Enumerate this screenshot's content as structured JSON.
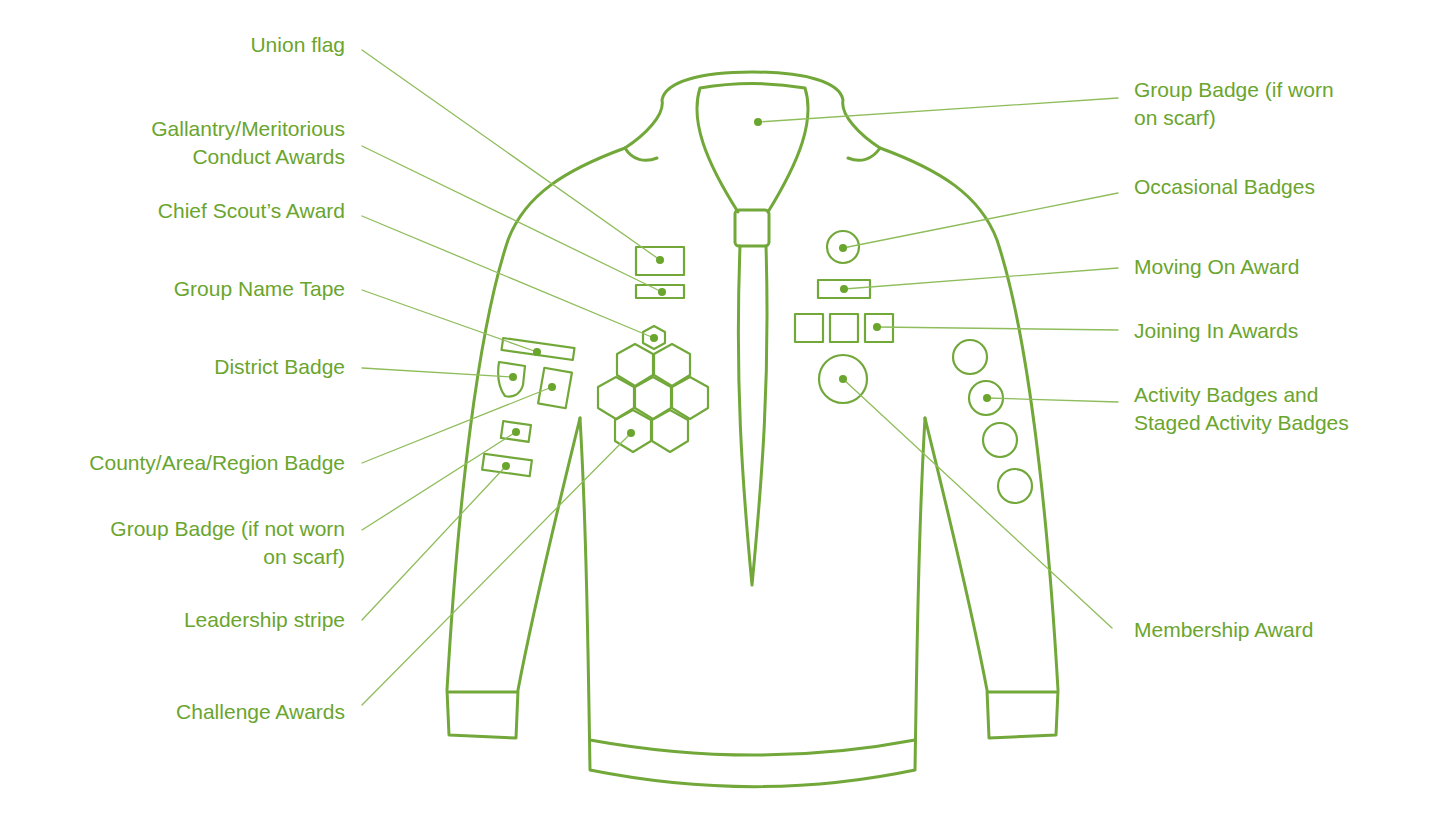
{
  "diagram": {
    "labels": [
      "Union flag",
      "Gallantry/Meritorious Conduct Awards",
      "Chief Scout’s Award",
      "Group Name Tape",
      "District Badge",
      "County/Area/Region Badge",
      "Group Badge (if not worn on scarf)",
      "Leadership stripe",
      "Challenge Awards",
      "Group Badge (if worn on scarf)",
      "Occasional Badges",
      "Moving On Award",
      "Joining In Awards",
      "Activity Badges and Staged Activity Badges",
      "Membership Award"
    ]
  }
}
